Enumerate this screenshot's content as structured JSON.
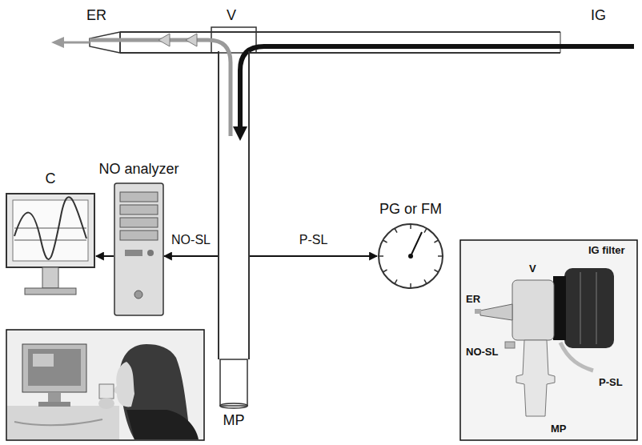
{
  "diagram": {
    "nodes": [
      {
        "text": [
          "C"
        ]
      },
      {
        "text": [
          "NO analyzer"
        ]
      },
      {
        "text": [
          "MP"
        ]
      },
      {
        "text": [
          "PG or FM"
        ]
      }
    ],
    "edges": [
      {
        "from": 1,
        "to": 0,
        "arrow": "to"
      },
      {
        "from": 2,
        "to": 1,
        "label": "NO-SL",
        "arrow": "to"
      },
      {
        "from": 2,
        "to": 3,
        "label": "P-SL",
        "arrow": "to"
      }
    ],
    "labels": [
      "ER",
      "V",
      "IG",
      "IG filter",
      "V",
      "ER",
      "NO-SL",
      "P-SL",
      "MP"
    ]
  }
}
